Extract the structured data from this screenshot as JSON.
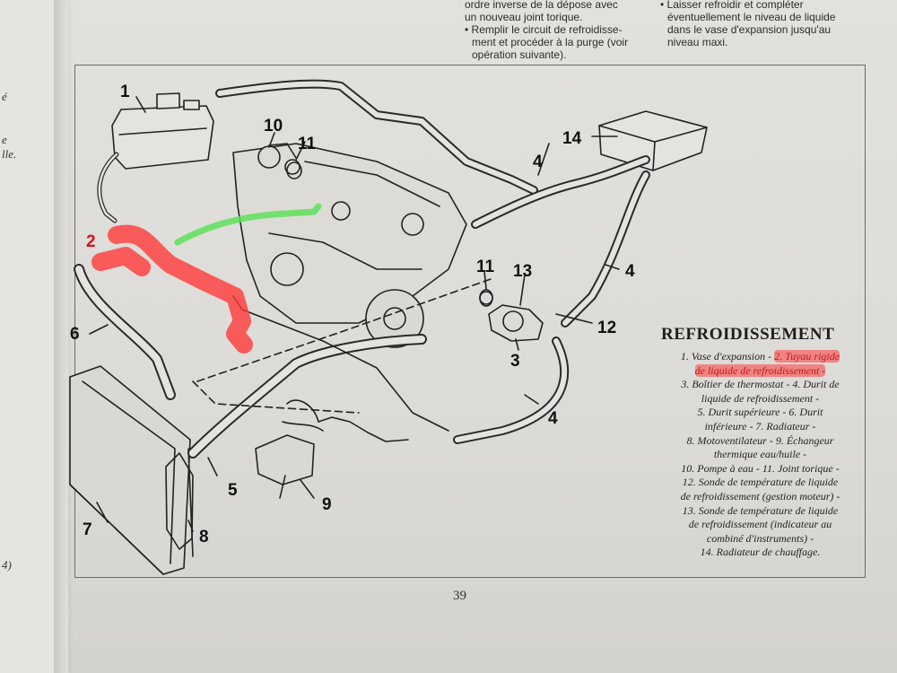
{
  "top_text": {
    "col1_line1": "ordre inverse de la dépose avec",
    "col1_line2": "un nouveau joint torique.",
    "col1_line3": "• Remplir le circuit de refroidisse-",
    "col1_line4": "ment et procéder à la purge (voir",
    "col1_line5": "opération suivante).",
    "col2_line1": "• Laisser refroidir et compléter",
    "col2_line2": "éventuellement le niveau de liquide",
    "col2_line3": "dans le vase d'expansion jusqu'au",
    "col2_line4": "niveau maxi."
  },
  "left_page": {
    "frag1": "é",
    "frag2": "e",
    "frag3": "lle.",
    "frag4": "4)"
  },
  "callouts": [
    "1",
    "2",
    "3",
    "4",
    "4",
    "4",
    "5",
    "6",
    "7",
    "8",
    "9",
    "10",
    "11",
    "11",
    "12",
    "13",
    "14"
  ],
  "legend": {
    "title": "REFROIDISSEMENT",
    "line1_a": "1. Vase d'expansion - ",
    "line1_b": "2. Tuyau rigide",
    "line2": "de liquide de refroidissement -",
    "line3": "3. Boîtier de thermostat - 4. Durit de",
    "line4": "liquide de refroidissement -",
    "line5": "5. Durit supérieure - 6. Durit",
    "line6": "inférieure - 7. Radiateur -",
    "line7": "8. Motoventilateur - 9. Échangeur",
    "line8": "thermique eau/huile -",
    "line9": "10. Pompe à eau - 11. Joint torique -",
    "line10": "12. Sonde de température de liquide",
    "line11": "de refroidissement (gestion moteur) -",
    "line12": "13. Sonde de température de liquide",
    "line13": "de refroidissement (indicateur au",
    "line14": "combiné d'instruments) -",
    "line15": "14. Radiateur de chauffage."
  },
  "page_number": "39",
  "colors": {
    "highlight_red": "#ff3a3a",
    "highlight_green": "#5fe05a",
    "ink": "#1e1e1e"
  }
}
